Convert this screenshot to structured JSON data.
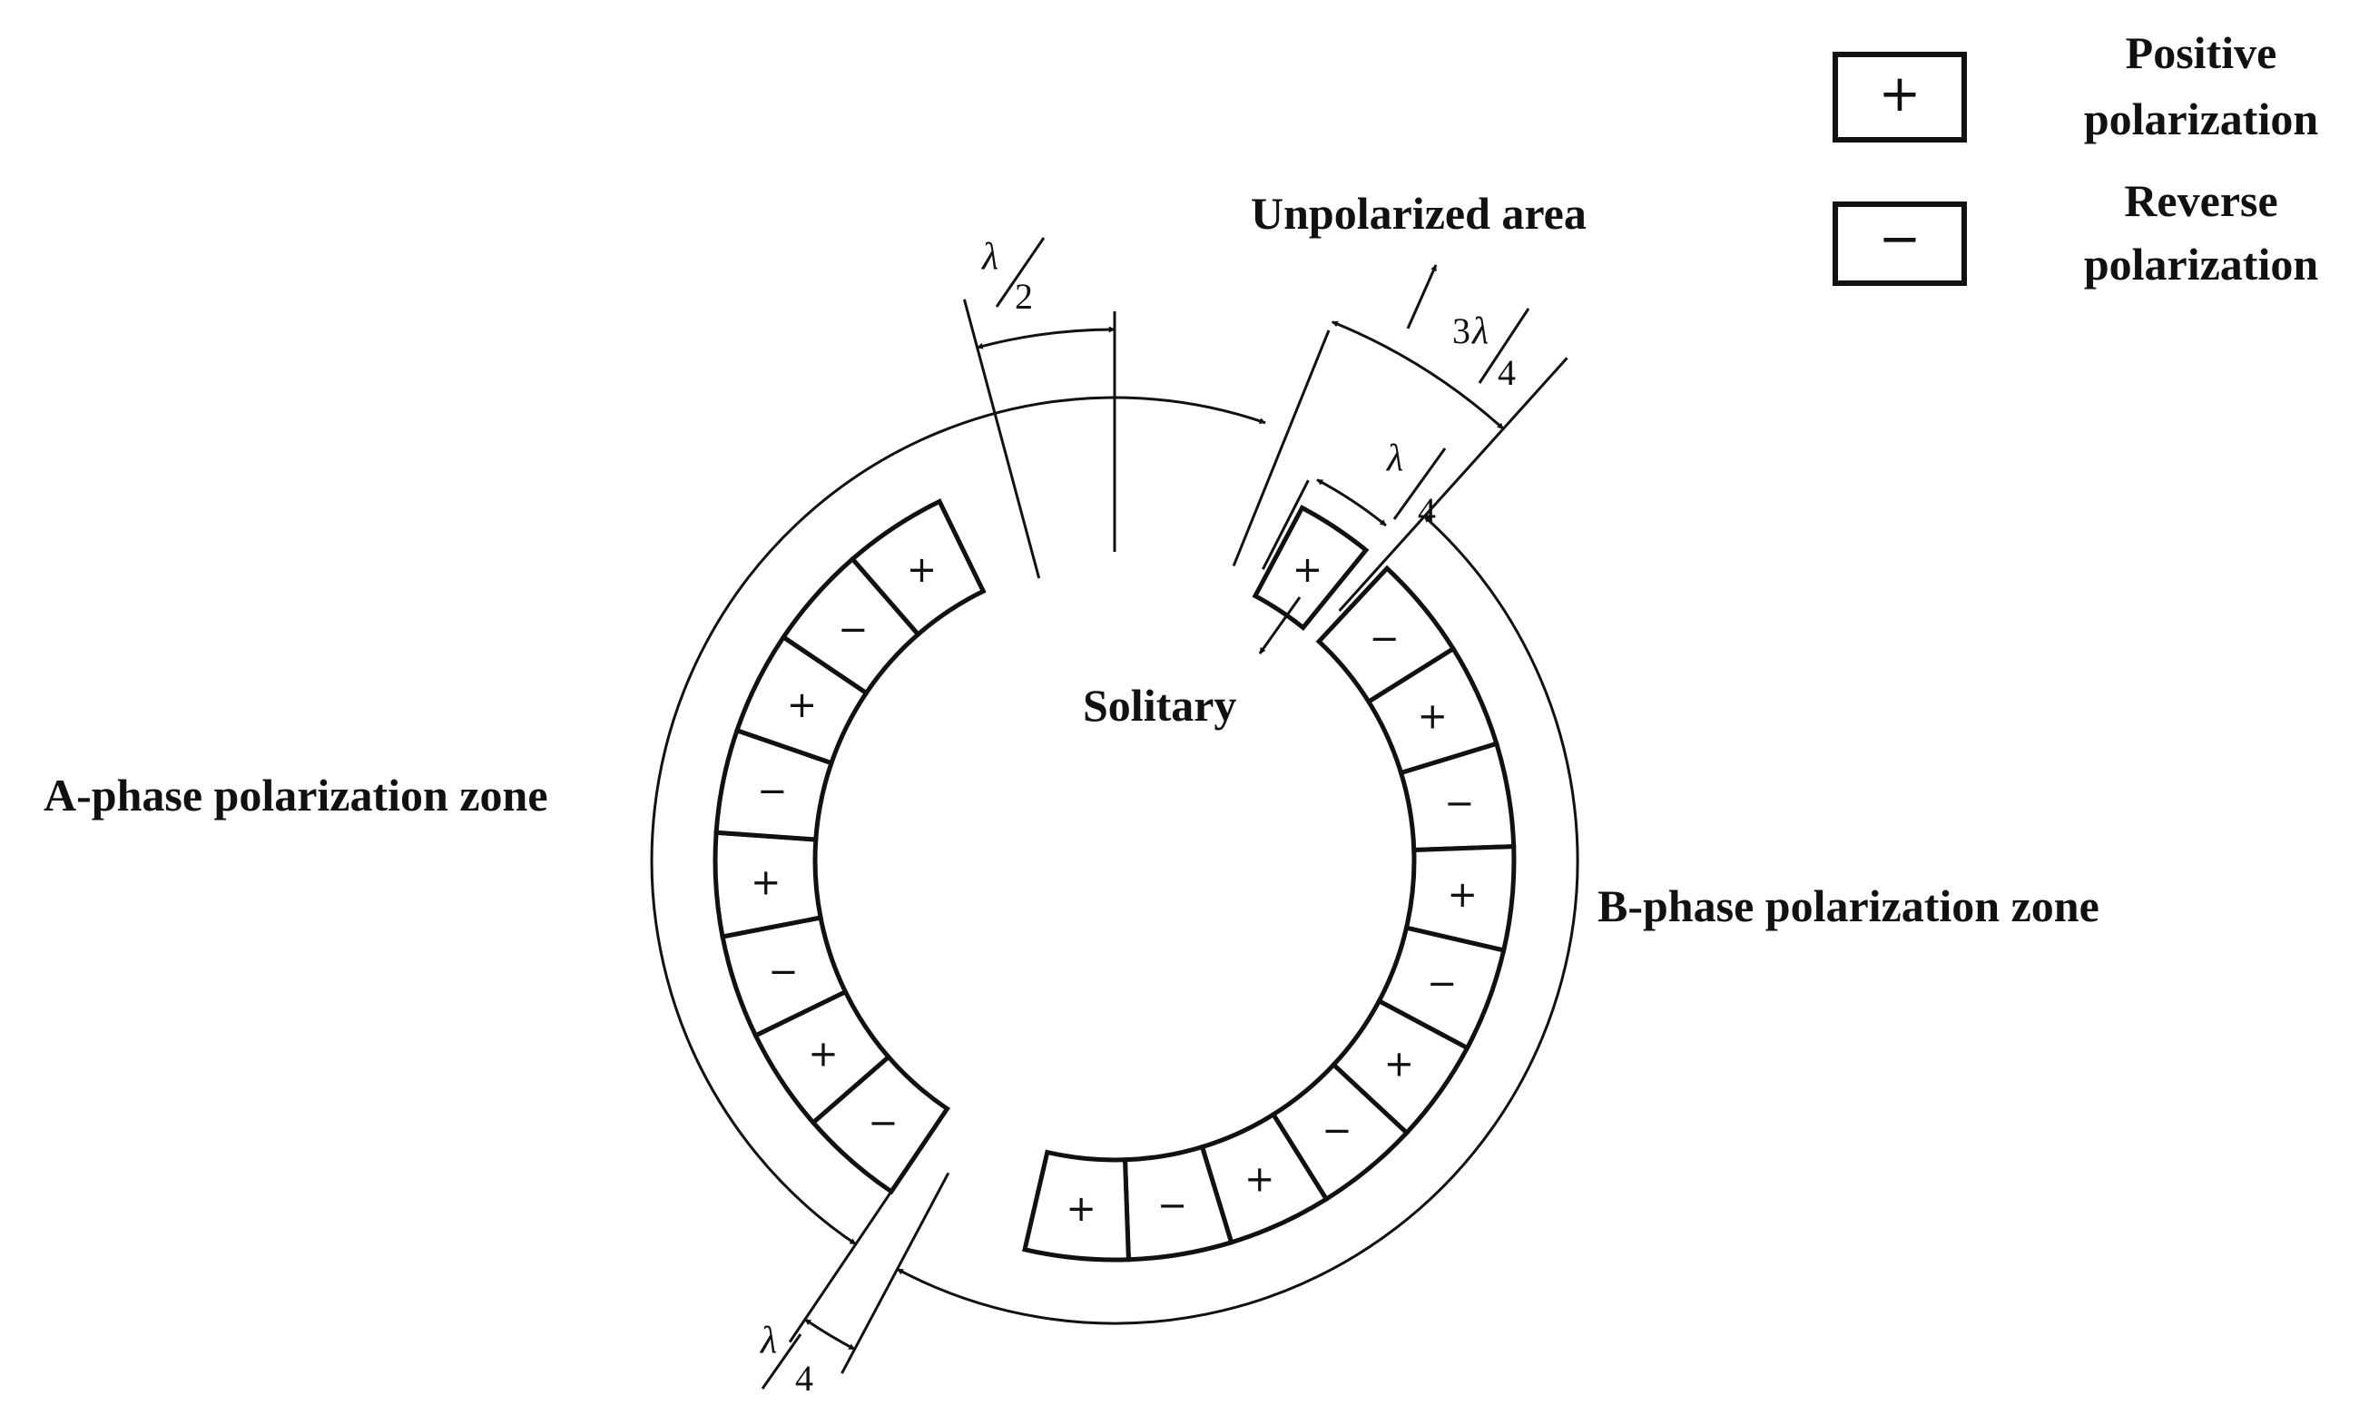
{
  "legend": {
    "positive": {
      "symbol": "+",
      "line1": "Positive",
      "line2": "polarization"
    },
    "reverse": {
      "symbol": "−",
      "line1": "Reverse",
      "line2": "polarization"
    }
  },
  "labels": {
    "unpolarized": "Unpolarized area",
    "solitary": "Solitary",
    "a_phase": "A-phase polarization zone",
    "b_phase": "B-phase polarization zone"
  },
  "dimensions": {
    "half": {
      "lambda": "λ",
      "den": "2"
    },
    "three_quarter": {
      "coef": "3",
      "lambda": "λ",
      "den": "4"
    },
    "quarter_top": {
      "lambda": "λ",
      "den": "4"
    },
    "quarter_bottom": {
      "lambda": "λ",
      "den": "4"
    }
  },
  "segments": {
    "a_phase": [
      "−",
      "+",
      "−",
      "+",
      "−",
      "+",
      "−",
      "+"
    ],
    "solitary": [
      "+"
    ],
    "b_phase": [
      "−",
      "+",
      "−",
      "+",
      "−",
      "+",
      "−",
      "+",
      "−",
      "+"
    ]
  }
}
